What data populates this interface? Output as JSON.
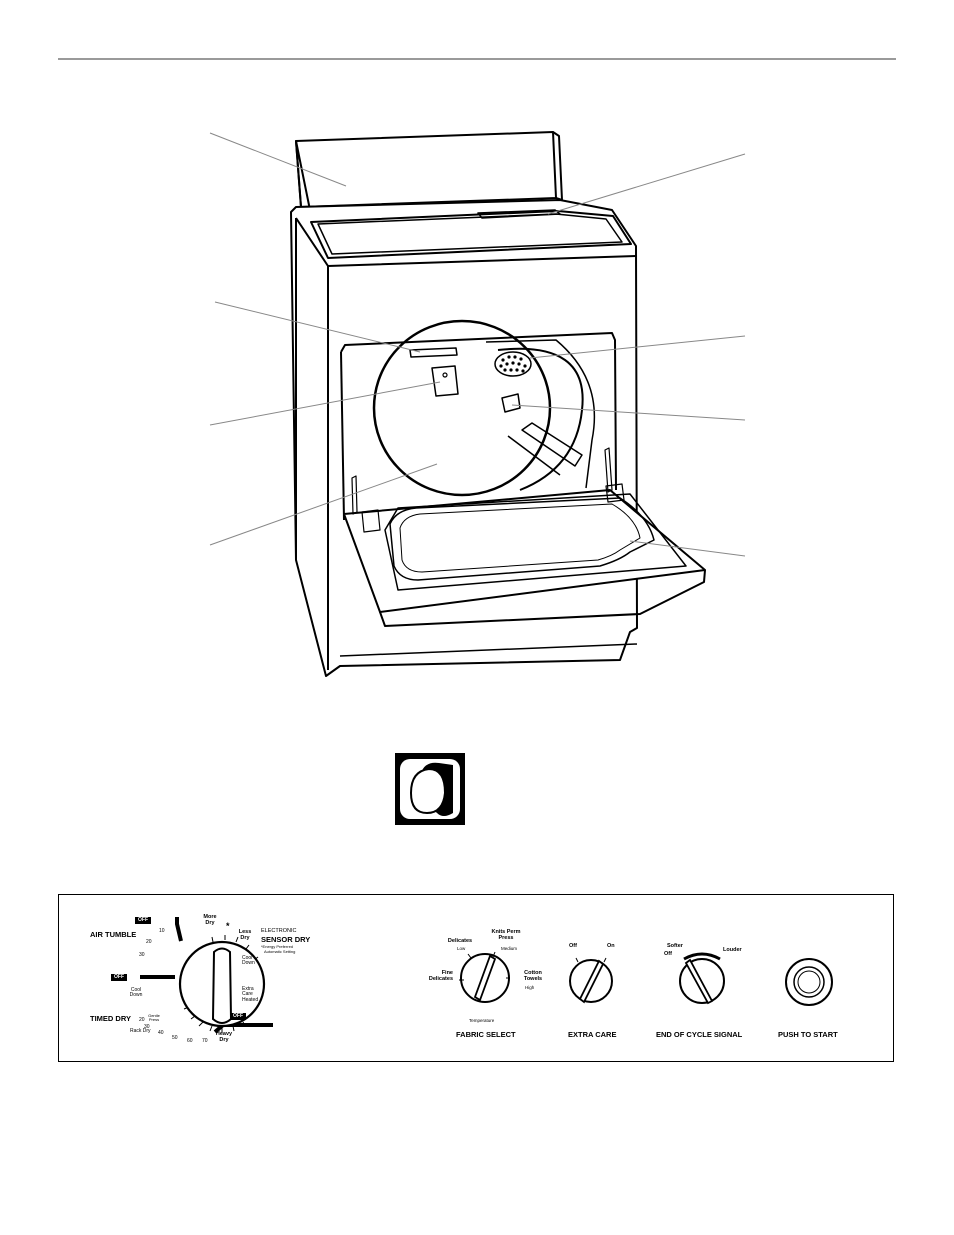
{
  "control_panel": {
    "cycle_dial": {
      "air_tumble_label": "AIR TUMBLE",
      "timed_dry_label": "TIMED DRY",
      "off_labels": [
        "OFF",
        "OFF",
        "OFF"
      ],
      "brand_line": "ELECTRONIC",
      "sensor_dry_label": "SENSOR DRY",
      "energy_note_line1": "*Energy Preferred",
      "energy_note_line2": "Automatic Setting",
      "energy_star_mark": "*",
      "air_tumble_times": [
        "10",
        "20",
        "30"
      ],
      "cool_down_left": "Cool Down",
      "timed_dry_times": [
        "20",
        "30",
        "40",
        "50",
        "60",
        "70"
      ],
      "gentle_press": "Gentle Press",
      "rack_dry": "Rack Dry",
      "sensor_settings": [
        "More Dry",
        "Less Dry",
        "Cool Down",
        "Extra Care Heated",
        "Heavy Dry"
      ]
    },
    "fabric_select": {
      "label": "FABRIC SELECT",
      "temperature_caption": "Temperature",
      "fine_delicates": "Fine Delicates",
      "delicates": "Delicates",
      "low": "Low",
      "knits_perm_press": "Knits Perm Press",
      "medium": "Medium",
      "cotton_towels": "Cotton Towels",
      "high": "High"
    },
    "extra_care": {
      "label": "EXTRA CARE",
      "off": "Off",
      "on": "On"
    },
    "end_of_cycle_signal": {
      "label": "END OF CYCLE SIGNAL",
      "off": "Off",
      "softer": "Softer",
      "louder": "Louder"
    },
    "start": {
      "label": "PUSH TO START"
    }
  },
  "colors": {
    "ink": "#000000",
    "rule": "#9a9a9a",
    "paper": "#ffffff"
  },
  "icons": [
    "dryer-illustration",
    "drum-icon",
    "start-button-icon"
  ]
}
